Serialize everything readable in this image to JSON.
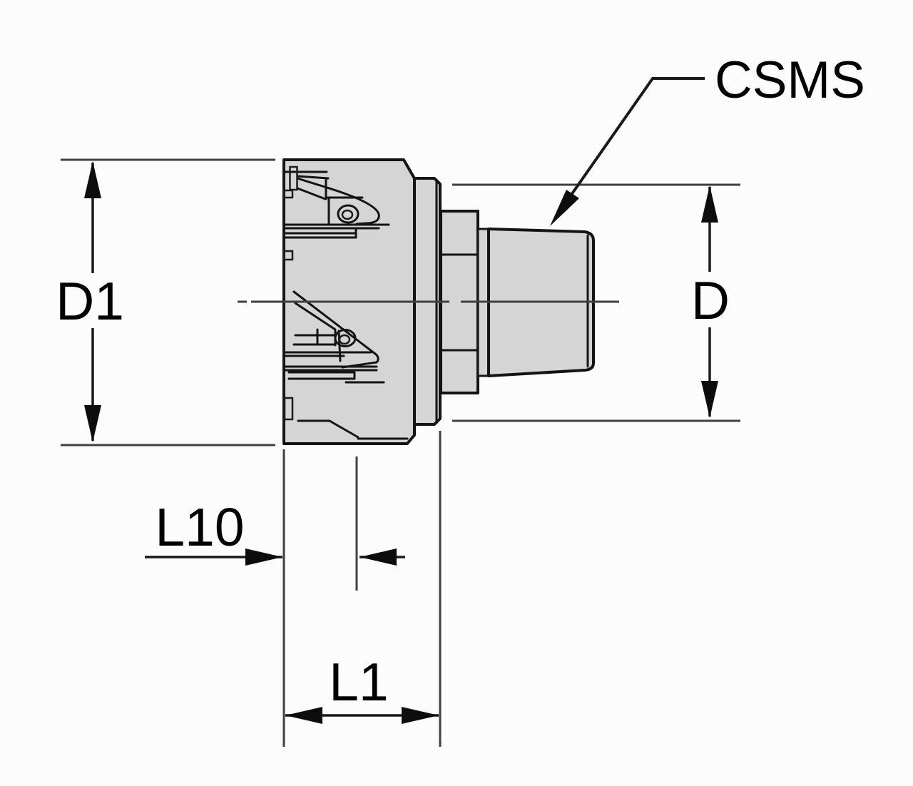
{
  "diagram": {
    "type": "technical-drawing-modular-milling-cutter",
    "callout": "CSMS",
    "dimensions": {
      "cutting_diameter": "D1",
      "shank_diameter": "D",
      "depth_label": "L10",
      "length_label": "L1"
    },
    "colors": {
      "background": "#fcfcfc",
      "body_fill": "#d5d5d5",
      "outline": "#141414",
      "dimension_line": "#1a1a1a",
      "extension_line": "#3f3f3f",
      "text": "#000000"
    }
  }
}
